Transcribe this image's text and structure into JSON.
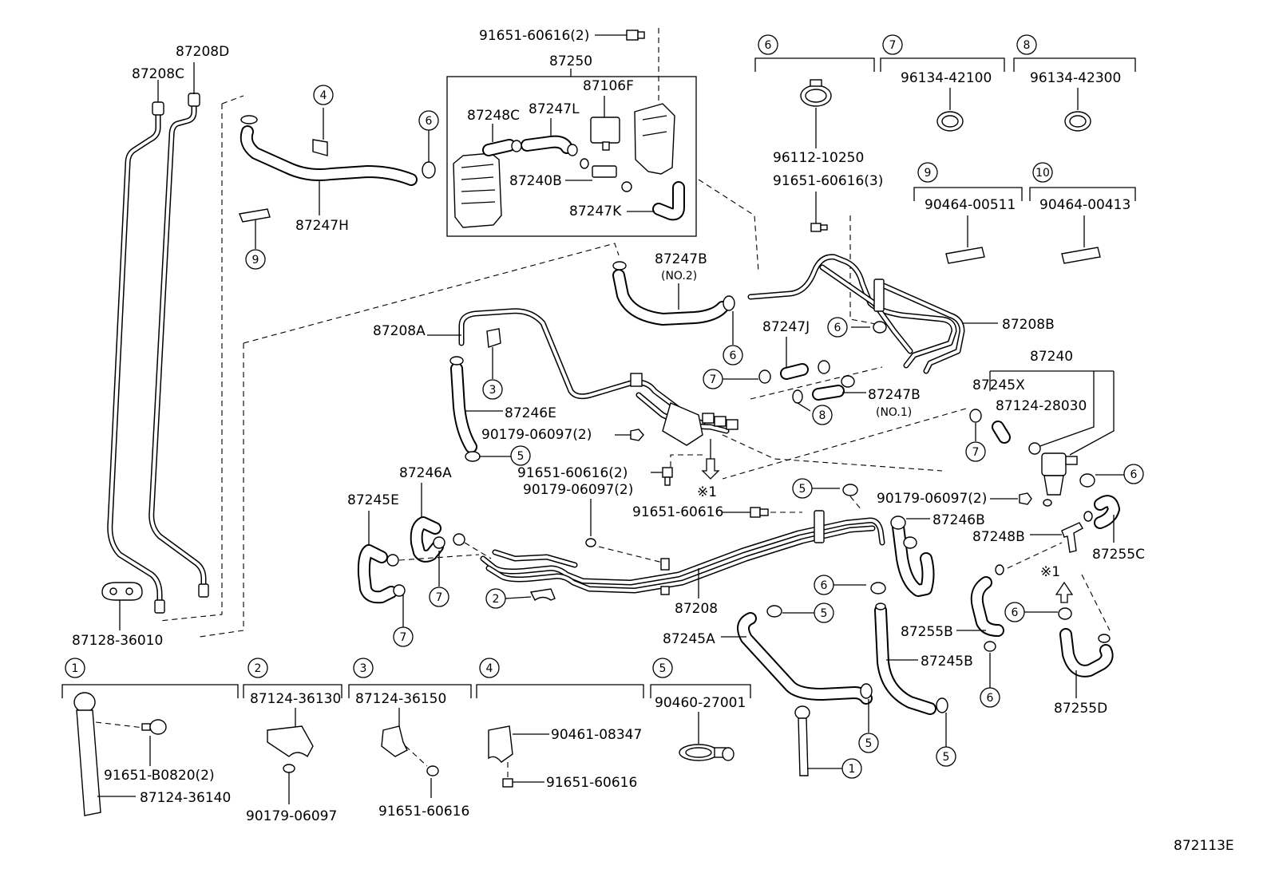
{
  "diagram_id": "872113E",
  "labels": {
    "p87208D": "87208D",
    "p87208C": "87208C",
    "p87250": "87250",
    "p87106F": "87106F",
    "p87248C": "87248C",
    "p87247L": "87247L",
    "p87240B": "87240B",
    "p87247K": "87247K",
    "p87247H": "87247H",
    "p87247B_no2": "87247B",
    "no2": "(NO.2)",
    "p87208A": "87208A",
    "p87246E": "87246E",
    "p87208B": "87208B",
    "p87247J": "87247J",
    "p87247B_no1": "87247B",
    "no1": "(NO.1)",
    "p87240": "87240",
    "p87245X": "87245X",
    "p87124_28030": "87124-28030",
    "p87246A": "87246A",
    "p87245E": "87245E",
    "p87246B": "87246B",
    "p87248B": "87248B",
    "p87255C": "87255C",
    "p87208": "87208",
    "p87245A": "87245A",
    "p87255B": "87255B",
    "p87245B": "87245B",
    "p87255D": "87255D",
    "p87128_36010": "87128-36010",
    "b91651_60616_2_top": "91651-60616(2)",
    "b90179_06097_2_a": "90179-06097(2)",
    "b91651_60616_2_mid": "91651-60616(2)",
    "b90179_06097_2_b": "90179-06097(2)",
    "b91651_60616_mid": "91651-60616",
    "b90179_06097_2_c": "90179-06097(2)",
    "b96112_10250": "96112-10250",
    "b91651_60616_3": "91651-60616(3)",
    "b96134_42100": "96134-42100",
    "b96134_42300": "96134-42300",
    "b90464_00511": "90464-00511",
    "b90464_00413": "90464-00413",
    "ref1": "※1",
    "ref1b": "※1"
  },
  "callouts": {
    "c1": "1",
    "c2": "2",
    "c3": "3",
    "c4": "4",
    "c5": "5",
    "c6": "6",
    "c7": "7",
    "c8": "8",
    "c9": "9",
    "c10": "10"
  },
  "legend": {
    "g1_part1": "91651-B0820(2)",
    "g1_part2": "87124-36140",
    "g2_part1": "87124-36130",
    "g2_part2": "90179-06097",
    "g3_part1": "87124-36150",
    "g3_part2": "91651-60616",
    "g4_part1": "90461-08347",
    "g4_part2": "91651-60616",
    "g5_part1": "90460-27001"
  }
}
